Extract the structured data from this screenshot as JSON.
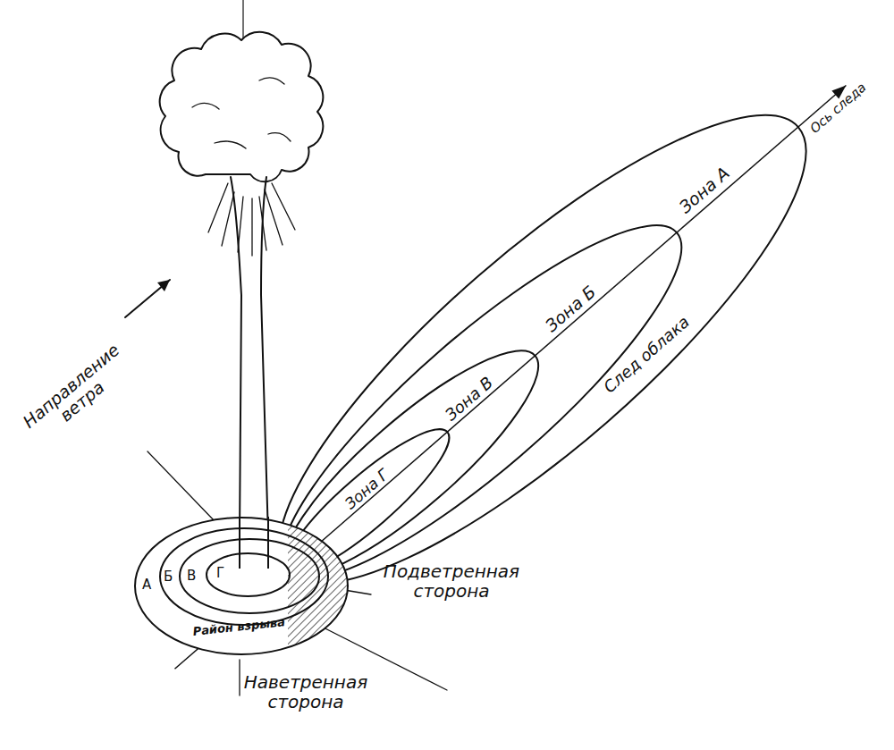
{
  "diagram": {
    "nodes": [
      {
        "text": [
          "Зона А"
        ]
      },
      {
        "text": [
          "Зона Б"
        ],
        "in": 0
      },
      {
        "text": [
          "Зона В"
        ],
        "in": 1
      },
      {
        "text": [
          "Зона Г"
        ],
        "in": 2
      },
      {
        "text": [
          "А",
          "Район взрыва"
        ]
      },
      {
        "text": [
          "Б"
        ],
        "in": 4
      },
      {
        "text": [
          "В"
        ],
        "in": 5
      },
      {
        "text": [
          "Г"
        ],
        "in": 6
      }
    ],
    "labels": [
      "Ось следа",
      "След облака",
      "Направление ветра",
      "Подветренная сторона",
      "Наветренная сторона"
    ]
  }
}
